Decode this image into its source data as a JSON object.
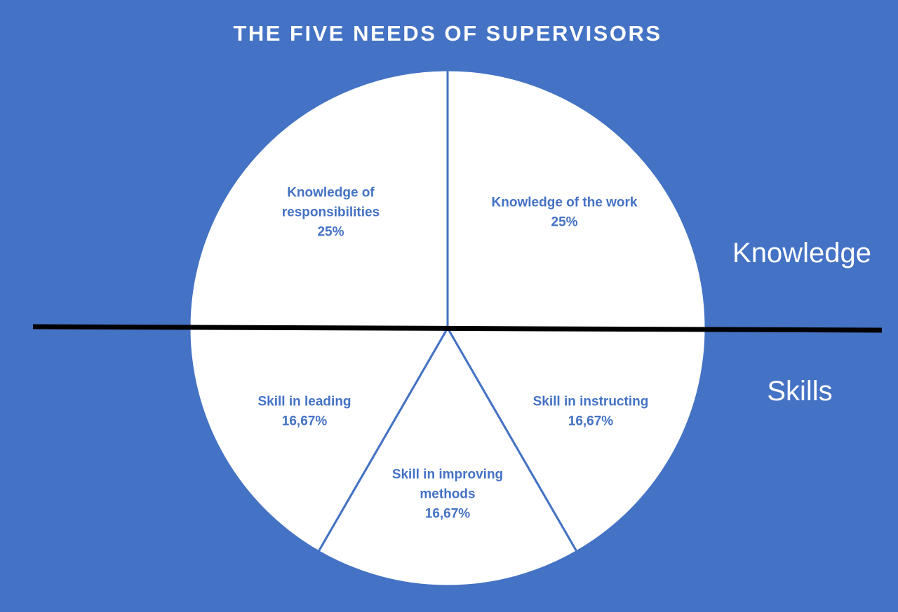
{
  "chart_data": {
    "type": "pie",
    "title": "THE FIVE NEEDS OF SUPERVISORS",
    "start": "top",
    "direction": "clockwise",
    "slices": [
      {
        "label": "Knowledge of the work",
        "label_lines": [
          "Knowledge of the work"
        ],
        "value": 25,
        "value_label": "25%"
      },
      {
        "label": "Skill in instructing",
        "label_lines": [
          "Skill in instructing"
        ],
        "value": 16.67,
        "value_label": "16,67%"
      },
      {
        "label": "Skill in improving methods",
        "label_lines": [
          "Skill in improving",
          "methods"
        ],
        "value": 16.67,
        "value_label": "16,67%"
      },
      {
        "label": "Skill in leading",
        "label_lines": [
          "Skill in leading"
        ],
        "value": 16.67,
        "value_label": "16,67%"
      },
      {
        "label": "Knowledge of responsibilities",
        "label_lines": [
          "Knowledge of",
          "responsibilities"
        ],
        "value": 25,
        "value_label": "25%"
      }
    ],
    "groups": [
      {
        "label": "Knowledge"
      },
      {
        "label": "Skills"
      }
    ],
    "colors": {
      "background": "#4472C4",
      "slice_fill": "#FFFFFF",
      "slice_border": "#4472C4",
      "divider": "#000000",
      "label": "#4472C4"
    }
  }
}
